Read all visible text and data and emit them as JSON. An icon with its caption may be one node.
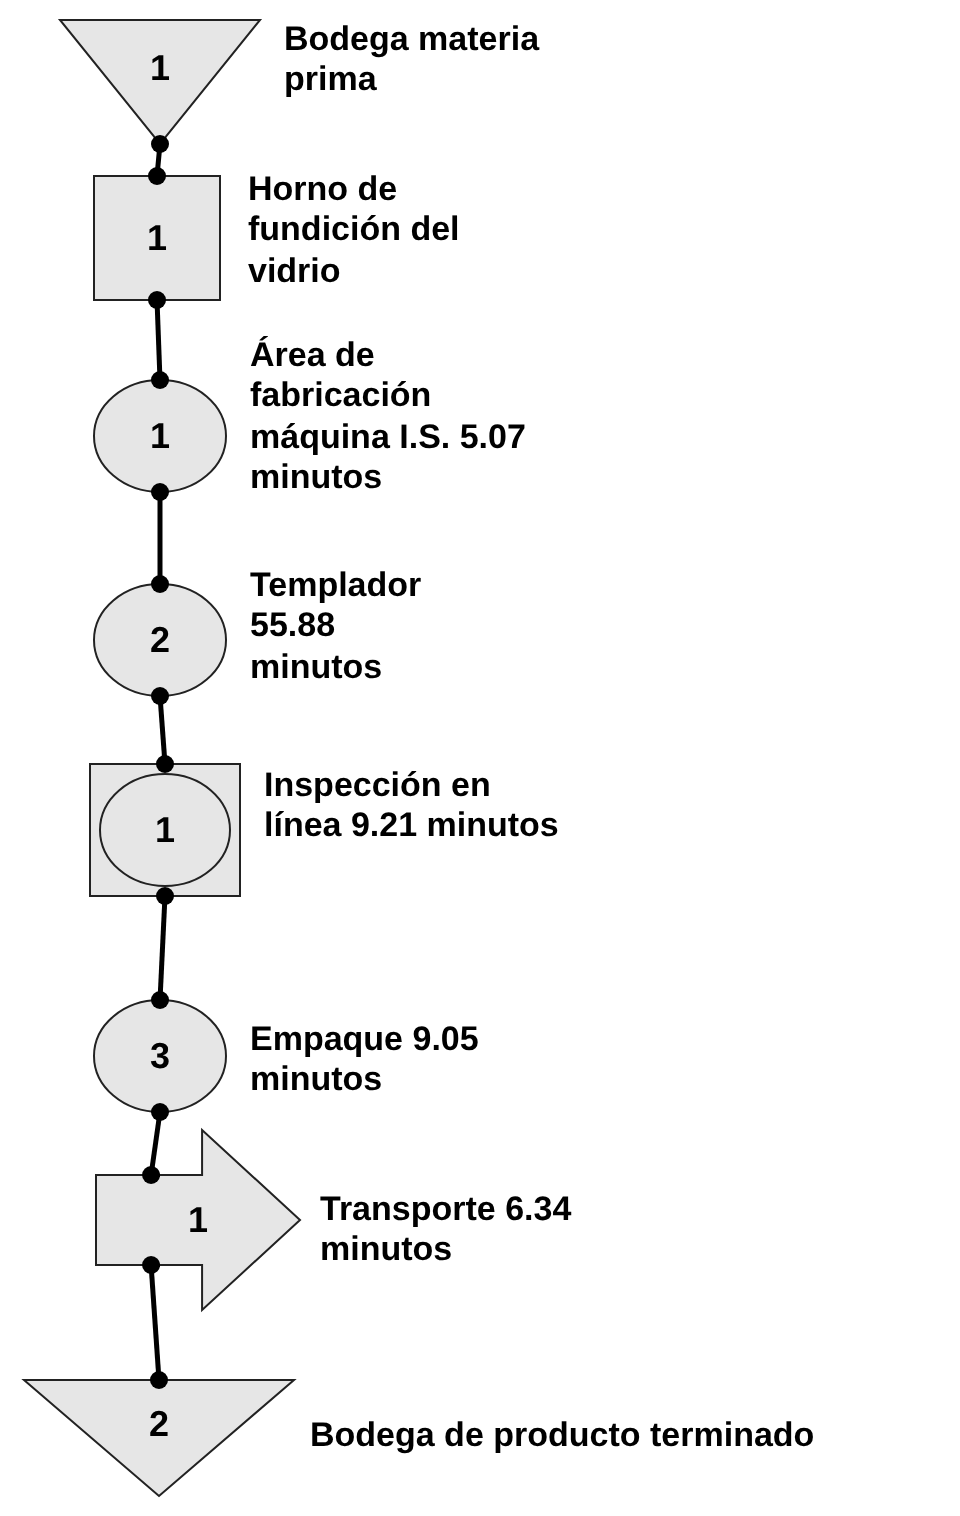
{
  "diagram": {
    "nodes": [
      {
        "text": [
          "1"
        ],
        "beside": [
          "Bodega materia prima"
        ]
      },
      {
        "text": [
          "1"
        ],
        "beside": [
          "Horno de fundición del vidrio"
        ]
      },
      {
        "text": [
          "1"
        ],
        "beside": [
          "Área de fabricación máquina I.S. 5.07 minutos"
        ]
      },
      {
        "text": [
          "2"
        ],
        "beside": [
          "Templador 55.88 minutos"
        ]
      },
      {
        "text": [],
        "shape": "box",
        "beside": [
          "Inspección en línea 9.21 minutos"
        ]
      },
      {
        "text": [
          "1"
        ],
        "in": 4
      },
      {
        "text": [
          "3"
        ],
        "beside": [
          "Empaque 9.05 minutos"
        ]
      },
      {
        "text": [
          "1"
        ],
        "beside": [
          "Transporte 6.34 minutos"
        ]
      },
      {
        "text": [
          "2"
        ],
        "beside": [
          "Bodega de producto terminado"
        ]
      }
    ],
    "edges": [
      {
        "from": 0,
        "to": 1,
        "arrow": "other"
      },
      {
        "from": 1,
        "to": 2,
        "arrow": "other"
      },
      {
        "from": 2,
        "to": 3,
        "arrow": "other"
      },
      {
        "from": 3,
        "to": 4,
        "arrow": "other"
      },
      {
        "from": 4,
        "to": 6,
        "arrow": "other"
      },
      {
        "from": 6,
        "to": 7,
        "arrow": "other"
      },
      {
        "from": 7,
        "to": 8,
        "arrow": "other"
      }
    ]
  }
}
